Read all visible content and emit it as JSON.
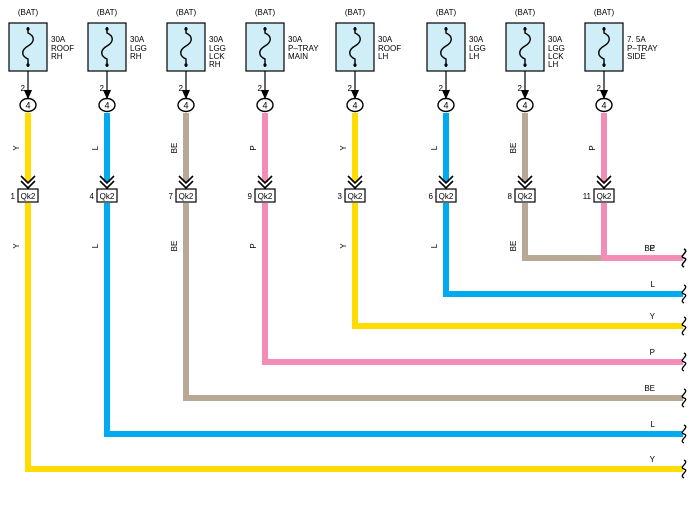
{
  "fuses": [
    {
      "source": "(BAT)",
      "rating": "30A",
      "name_lines": [
        "ROOF",
        "RH"
      ],
      "pin": "2",
      "connector_pin": "4",
      "wire_color_code": "Y",
      "junction_pin": "1",
      "junction_label": "Qk2",
      "out_label": "Y"
    },
    {
      "source": "(BAT)",
      "rating": "30A",
      "name_lines": [
        "LGG",
        "RH"
      ],
      "pin": "2",
      "connector_pin": "4",
      "wire_color_code": "L",
      "junction_pin": "4",
      "junction_label": "Qk2",
      "out_label": "L"
    },
    {
      "source": "(BAT)",
      "rating": "30A",
      "name_lines": [
        "LGG",
        "LCK",
        "RH"
      ],
      "pin": "2",
      "connector_pin": "4",
      "wire_color_code": "BE",
      "junction_pin": "7",
      "junction_label": "Qk2",
      "out_label": "BE"
    },
    {
      "source": "(BAT)",
      "rating": "30A",
      "name_lines": [
        "P–TRAY",
        "MAIN"
      ],
      "pin": "2",
      "connector_pin": "4",
      "wire_color_code": "P",
      "junction_pin": "9",
      "junction_label": "Qk2",
      "out_label": "P"
    },
    {
      "source": "(BAT)",
      "rating": "30A",
      "name_lines": [
        "ROOF",
        "LH"
      ],
      "pin": "2",
      "connector_pin": "4",
      "wire_color_code": "Y",
      "junction_pin": "3",
      "junction_label": "Qk2",
      "out_label": "Y"
    },
    {
      "source": "(BAT)",
      "rating": "30A",
      "name_lines": [
        "LGG",
        "LH"
      ],
      "pin": "2",
      "connector_pin": "4",
      "wire_color_code": "L",
      "junction_pin": "6",
      "junction_label": "Qk2",
      "out_label": "L"
    },
    {
      "source": "(BAT)",
      "rating": "30A",
      "name_lines": [
        "LGG",
        "LCK",
        "LH"
      ],
      "pin": "2",
      "connector_pin": "4",
      "wire_color_code": "BE",
      "junction_pin": "8",
      "junction_label": "Qk2",
      "out_label": "BE"
    },
    {
      "source": "(BAT)",
      "rating": "7. 5A",
      "name_lines": [
        "P–TRAY",
        "SIDE"
      ],
      "pin": "2",
      "connector_pin": "4",
      "wire_color_code": "P",
      "junction_pin": "11",
      "junction_label": "Qk2",
      "out_label": "P"
    }
  ],
  "colors": {
    "Y": "#ffdd00",
    "L": "#00aaee",
    "BE": "#b8a896",
    "P": "#f48cb8",
    "fuse_fill": "#cfeef8",
    "outline": "#000000",
    "background": "#ffffff"
  },
  "icons": {
    "fuse": "fuse-icon",
    "connector": "connector-terminal-icon",
    "chevron": "double-chevron-down-icon",
    "wire_break": "wire-break-icon"
  }
}
